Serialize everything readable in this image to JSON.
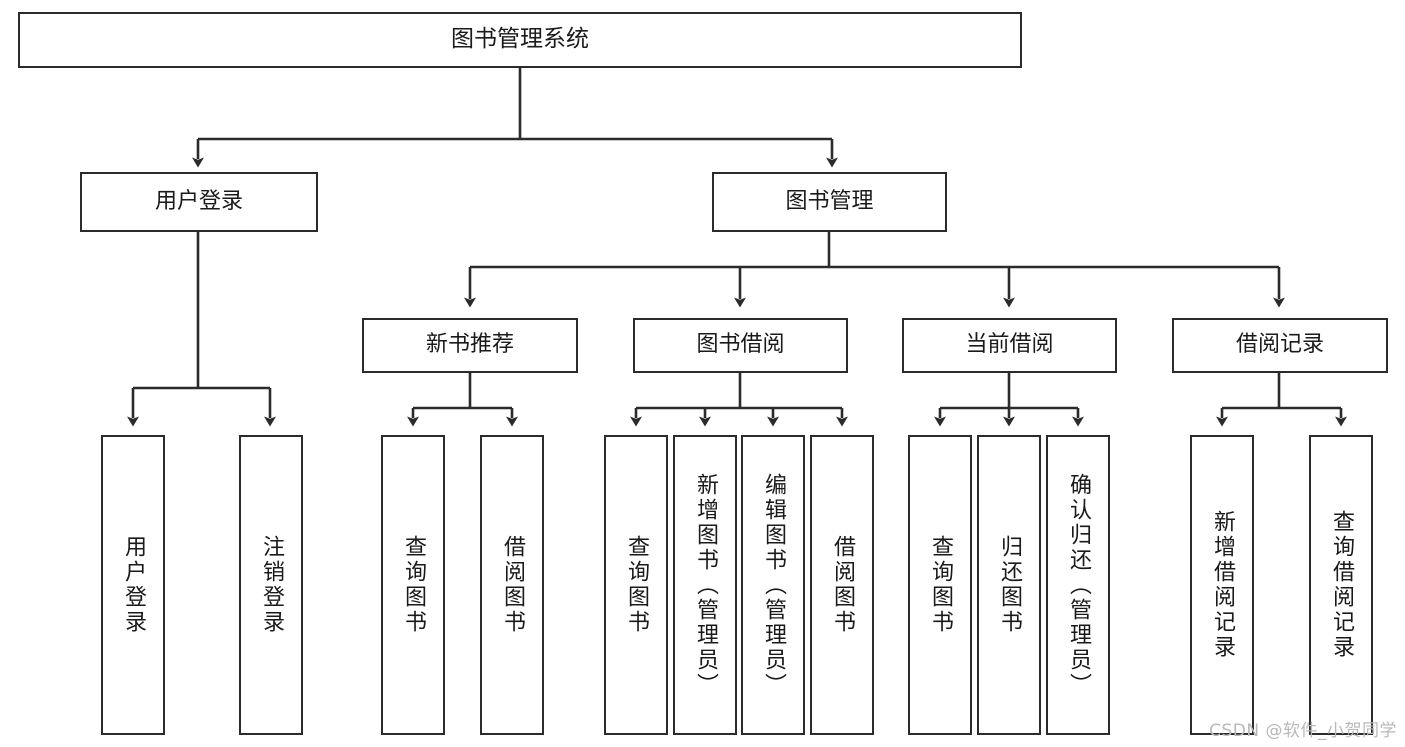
{
  "diagram": {
    "type": "tree-hierarchy-chart",
    "title": "图书管理系统",
    "line_color": "#2b2b2b",
    "box_fill": "#ffffff",
    "text_color": "#1a1a1a",
    "watermark": "CSDN @软件_小贺同学"
  },
  "nodes": {
    "root": {
      "label": "图书管理系统"
    },
    "level1": [
      {
        "id": "user-login",
        "label": "用户登录"
      },
      {
        "id": "book-manage",
        "label": "图书管理"
      }
    ],
    "level2": [
      {
        "id": "new-book-recommend",
        "label": "新书推荐"
      },
      {
        "id": "book-borrow",
        "label": "图书借阅"
      },
      {
        "id": "current-borrow",
        "label": "当前借阅"
      },
      {
        "id": "borrow-record",
        "label": "借阅记录"
      }
    ],
    "leaves": {
      "user_login": [
        {
          "id": "leaf-user-login",
          "label": "用户登录"
        },
        {
          "id": "leaf-logout-login",
          "label": "注销登录"
        }
      ],
      "new_book_recommend": [
        {
          "id": "leaf-query-book-1",
          "label": "查询图书"
        },
        {
          "id": "leaf-borrow-book-1",
          "label": "借阅图书"
        }
      ],
      "book_borrow": [
        {
          "id": "leaf-query-book-2",
          "label": "查询图书"
        },
        {
          "id": "leaf-add-book",
          "label": "新增图书（管理员）"
        },
        {
          "id": "leaf-edit-book",
          "label": "编辑图书（管理员）"
        },
        {
          "id": "leaf-borrow-book-2",
          "label": "借阅图书"
        }
      ],
      "current_borrow": [
        {
          "id": "leaf-query-book-3",
          "label": "查询图书"
        },
        {
          "id": "leaf-return-book",
          "label": "归还图书"
        },
        {
          "id": "leaf-confirm-return",
          "label": "确认归还（管理员）"
        }
      ],
      "borrow_record": [
        {
          "id": "leaf-add-record",
          "label": "新增借阅记录"
        },
        {
          "id": "leaf-query-record",
          "label": "查询借阅记录"
        }
      ]
    }
  }
}
